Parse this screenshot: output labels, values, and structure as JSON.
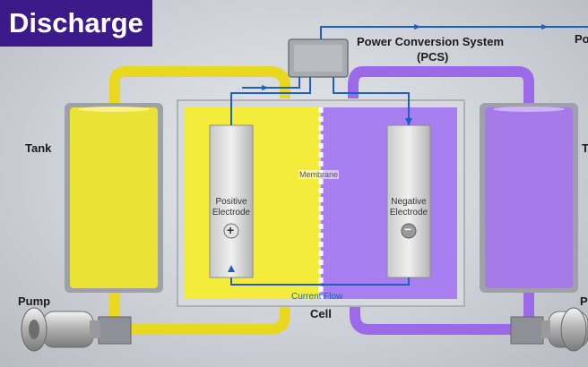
{
  "title": "Discharge",
  "labels": {
    "pcs_line1": "Power Conversion System",
    "pcs_line2": "(PCS)",
    "top_right_partial": "Po",
    "tank_left": "Tank",
    "tank_right_partial": "T",
    "pump_left": "Pump",
    "pump_right_partial": "P",
    "cell": "Cell",
    "membrane": "Membrane",
    "current_flow": "Current Flow",
    "positive_line1": "Positive",
    "positive_line2": "Electrode",
    "negative_line1": "Negative",
    "negative_line2": "Electrode",
    "positive_symbol": "+",
    "negative_symbol": "−"
  },
  "colors": {
    "title_bg": "#3d1a8a",
    "electrolyte_positive": "#f0e832",
    "electrolyte_negative": "#a877ec",
    "wire": "#1e5fbf"
  }
}
